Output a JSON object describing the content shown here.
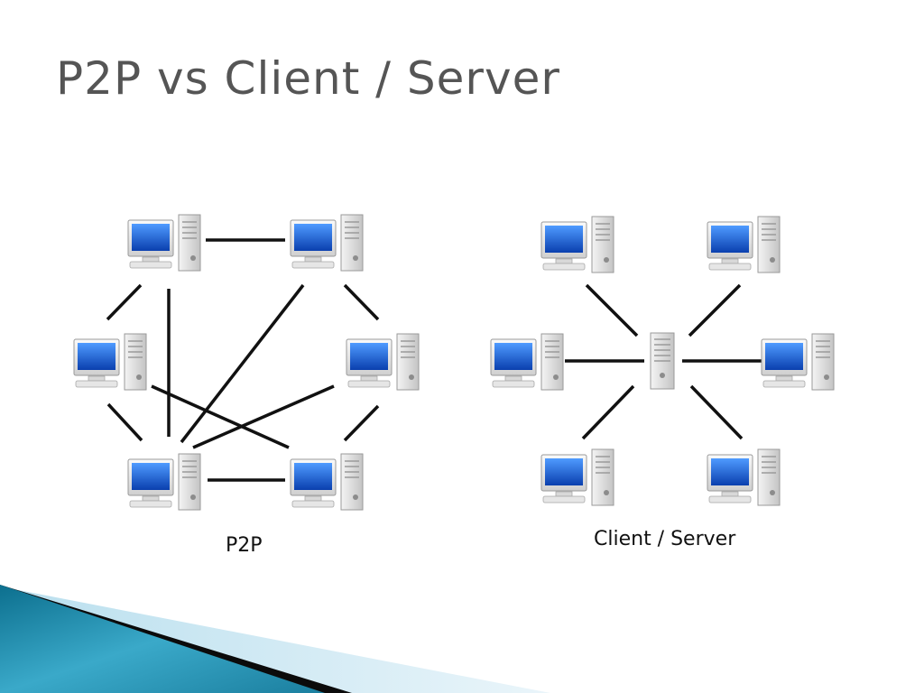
{
  "slide": {
    "title": "P2P vs Client / Server"
  },
  "diagrams": {
    "p2p": {
      "caption": "P2P",
      "nodes": [
        {
          "id": "p2p-pc-top-left",
          "icon": "desktop-computer-icon"
        },
        {
          "id": "p2p-pc-top-right",
          "icon": "desktop-computer-icon"
        },
        {
          "id": "p2p-pc-mid-left",
          "icon": "desktop-computer-icon"
        },
        {
          "id": "p2p-pc-mid-right",
          "icon": "desktop-computer-icon"
        },
        {
          "id": "p2p-pc-bottom-left",
          "icon": "desktop-computer-icon"
        },
        {
          "id": "p2p-pc-bottom-right",
          "icon": "desktop-computer-icon"
        }
      ],
      "links": [
        [
          "p2p-pc-top-left",
          "p2p-pc-top-right"
        ],
        [
          "p2p-pc-top-left",
          "p2p-pc-mid-left"
        ],
        [
          "p2p-pc-top-left",
          "p2p-pc-bottom-left"
        ],
        [
          "p2p-pc-top-right",
          "p2p-pc-mid-right"
        ],
        [
          "p2p-pc-top-right",
          "p2p-pc-bottom-left"
        ],
        [
          "p2p-pc-mid-left",
          "p2p-pc-bottom-left"
        ],
        [
          "p2p-pc-mid-left",
          "p2p-pc-bottom-right"
        ],
        [
          "p2p-pc-mid-right",
          "p2p-pc-bottom-left"
        ],
        [
          "p2p-pc-mid-right",
          "p2p-pc-bottom-right"
        ],
        [
          "p2p-pc-bottom-left",
          "p2p-pc-bottom-right"
        ]
      ]
    },
    "client_server": {
      "caption": "Client / Server",
      "server": {
        "id": "cs-server",
        "icon": "server-tower-icon"
      },
      "clients": [
        {
          "id": "cs-client-top-left",
          "icon": "desktop-computer-icon"
        },
        {
          "id": "cs-client-top-right",
          "icon": "desktop-computer-icon"
        },
        {
          "id": "cs-client-mid-left",
          "icon": "desktop-computer-icon"
        },
        {
          "id": "cs-client-mid-right",
          "icon": "desktop-computer-icon"
        },
        {
          "id": "cs-client-bottom-left",
          "icon": "desktop-computer-icon"
        },
        {
          "id": "cs-client-bottom-right",
          "icon": "desktop-computer-icon"
        }
      ]
    }
  },
  "colors": {
    "title": "#555555",
    "screen": "#1f5fd0",
    "link": "#111111",
    "deco_teal": "#1e8fb0",
    "deco_light": "#cfe9f3"
  }
}
